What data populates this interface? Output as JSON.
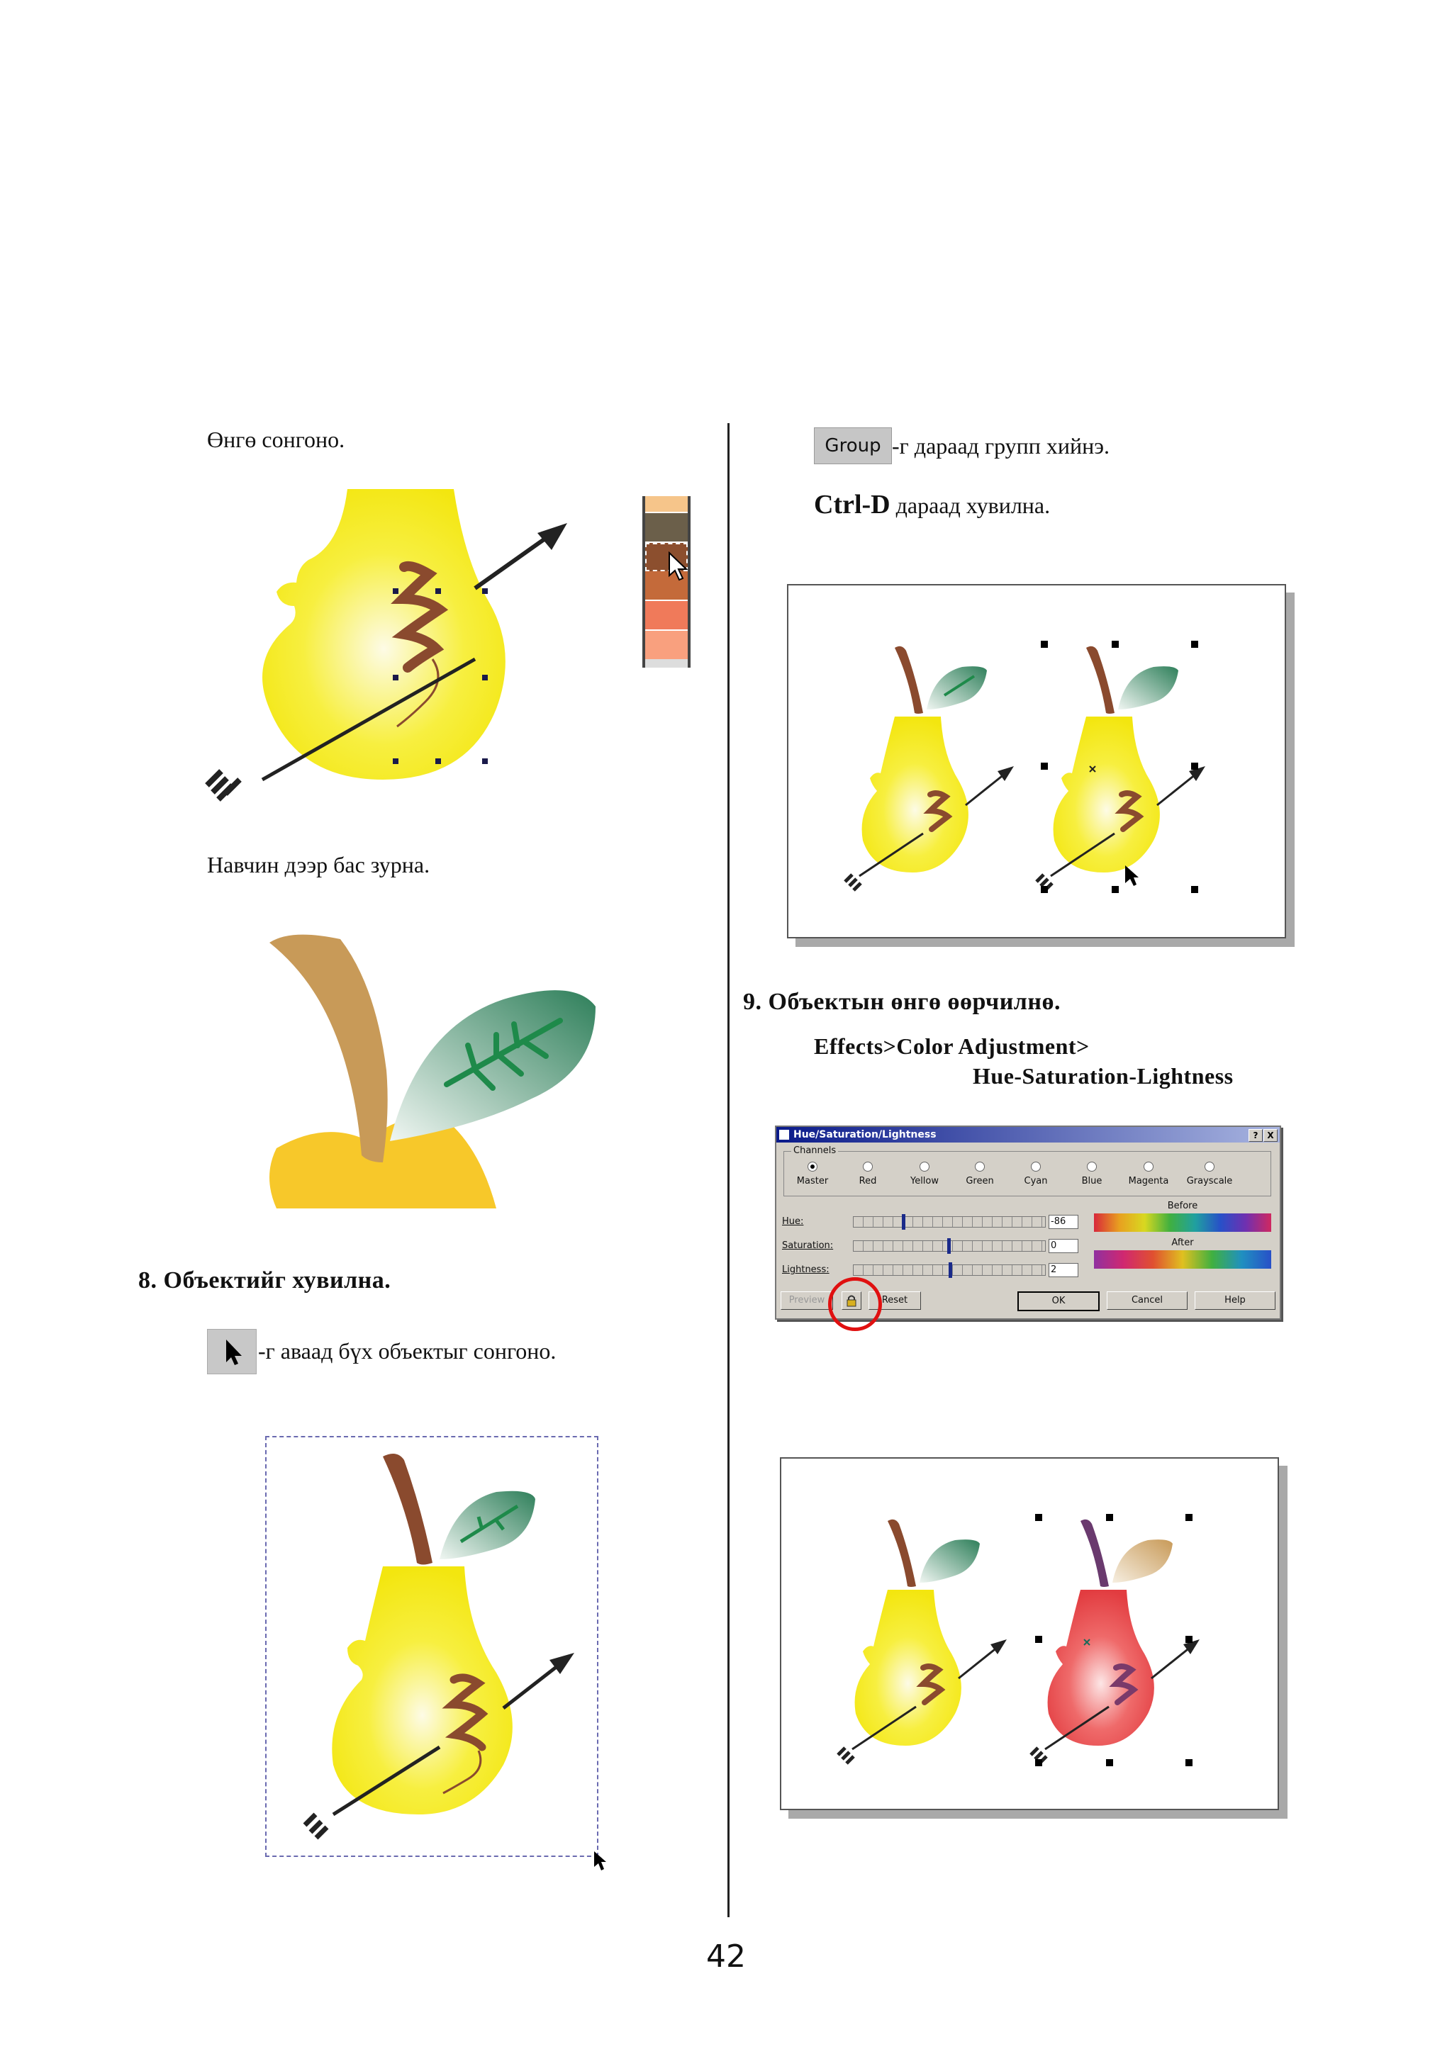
{
  "left": {
    "p1": "Өнгө сонгоно.",
    "p2": "Навчин дээр бас зурна.",
    "h8": "8. Объектийг хувилна.",
    "p3": "-г аваад бүх объектыг сонгоно."
  },
  "right": {
    "group_btn": "Group",
    "p1": "-г дараад групп хийнэ.",
    "ctrl_d": "Ctrl-D",
    "p2": " дараад хувилна.",
    "h9": "9. Объектын өнгө өөрчилнө.",
    "menu_line1": "Effects>Color Adjustment>",
    "menu_line2": "Hue-Saturation-Lightness"
  },
  "dialog": {
    "title": "Hue/Saturation/Lightness",
    "help_btn": "?",
    "close_btn": "X",
    "group_label": "Channels",
    "channels": [
      "Master",
      "Red",
      "Yellow",
      "Green",
      "Cyan",
      "Blue",
      "Magenta",
      "Grayscale"
    ],
    "selected_channel": "Master",
    "hue_label": "Hue:",
    "hue_value": "-86",
    "saturation_label": "Saturation:",
    "saturation_value": "0",
    "lightness_label": "Lightness:",
    "lightness_value": "2",
    "before_label": "Before",
    "after_label": "After",
    "preview_btn": "Preview",
    "reset_btn": "Reset",
    "ok_btn": "OK",
    "cancel_btn": "Cancel",
    "help_btn2": "Help"
  },
  "page_number": "42",
  "colors": {
    "pear_yellow": "#f7ee1e",
    "stem_brown": "#8a4a2e",
    "leaf_green": "#2e8a5a",
    "pear_red": "#e4474b",
    "highlight_circle": "#e01010"
  }
}
